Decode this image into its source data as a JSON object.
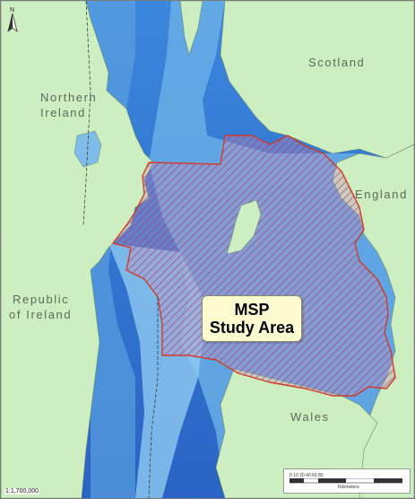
{
  "labels": {
    "scotland": "Scotland",
    "northern_ireland_1": "Northern",
    "northern_ireland_2": "Ireland",
    "england": "England",
    "republic_1": "Republic",
    "republic_2": "of Ireland",
    "wales": "Wales"
  },
  "study_area": {
    "line1": "MSP",
    "line2": "Study Area"
  },
  "north_arrow": "N",
  "scale_ratio": "1:1,700,000",
  "scalebar": {
    "ticks": "0   10   20        40        60        80",
    "unit": "Kilometers"
  },
  "colors": {
    "land": "#cdeec0",
    "deep_sea": "#2f6fd0",
    "shallow_sea": "#7fbde8",
    "study_outline": "#d23a2a",
    "study_fill": "#b04a8c"
  }
}
